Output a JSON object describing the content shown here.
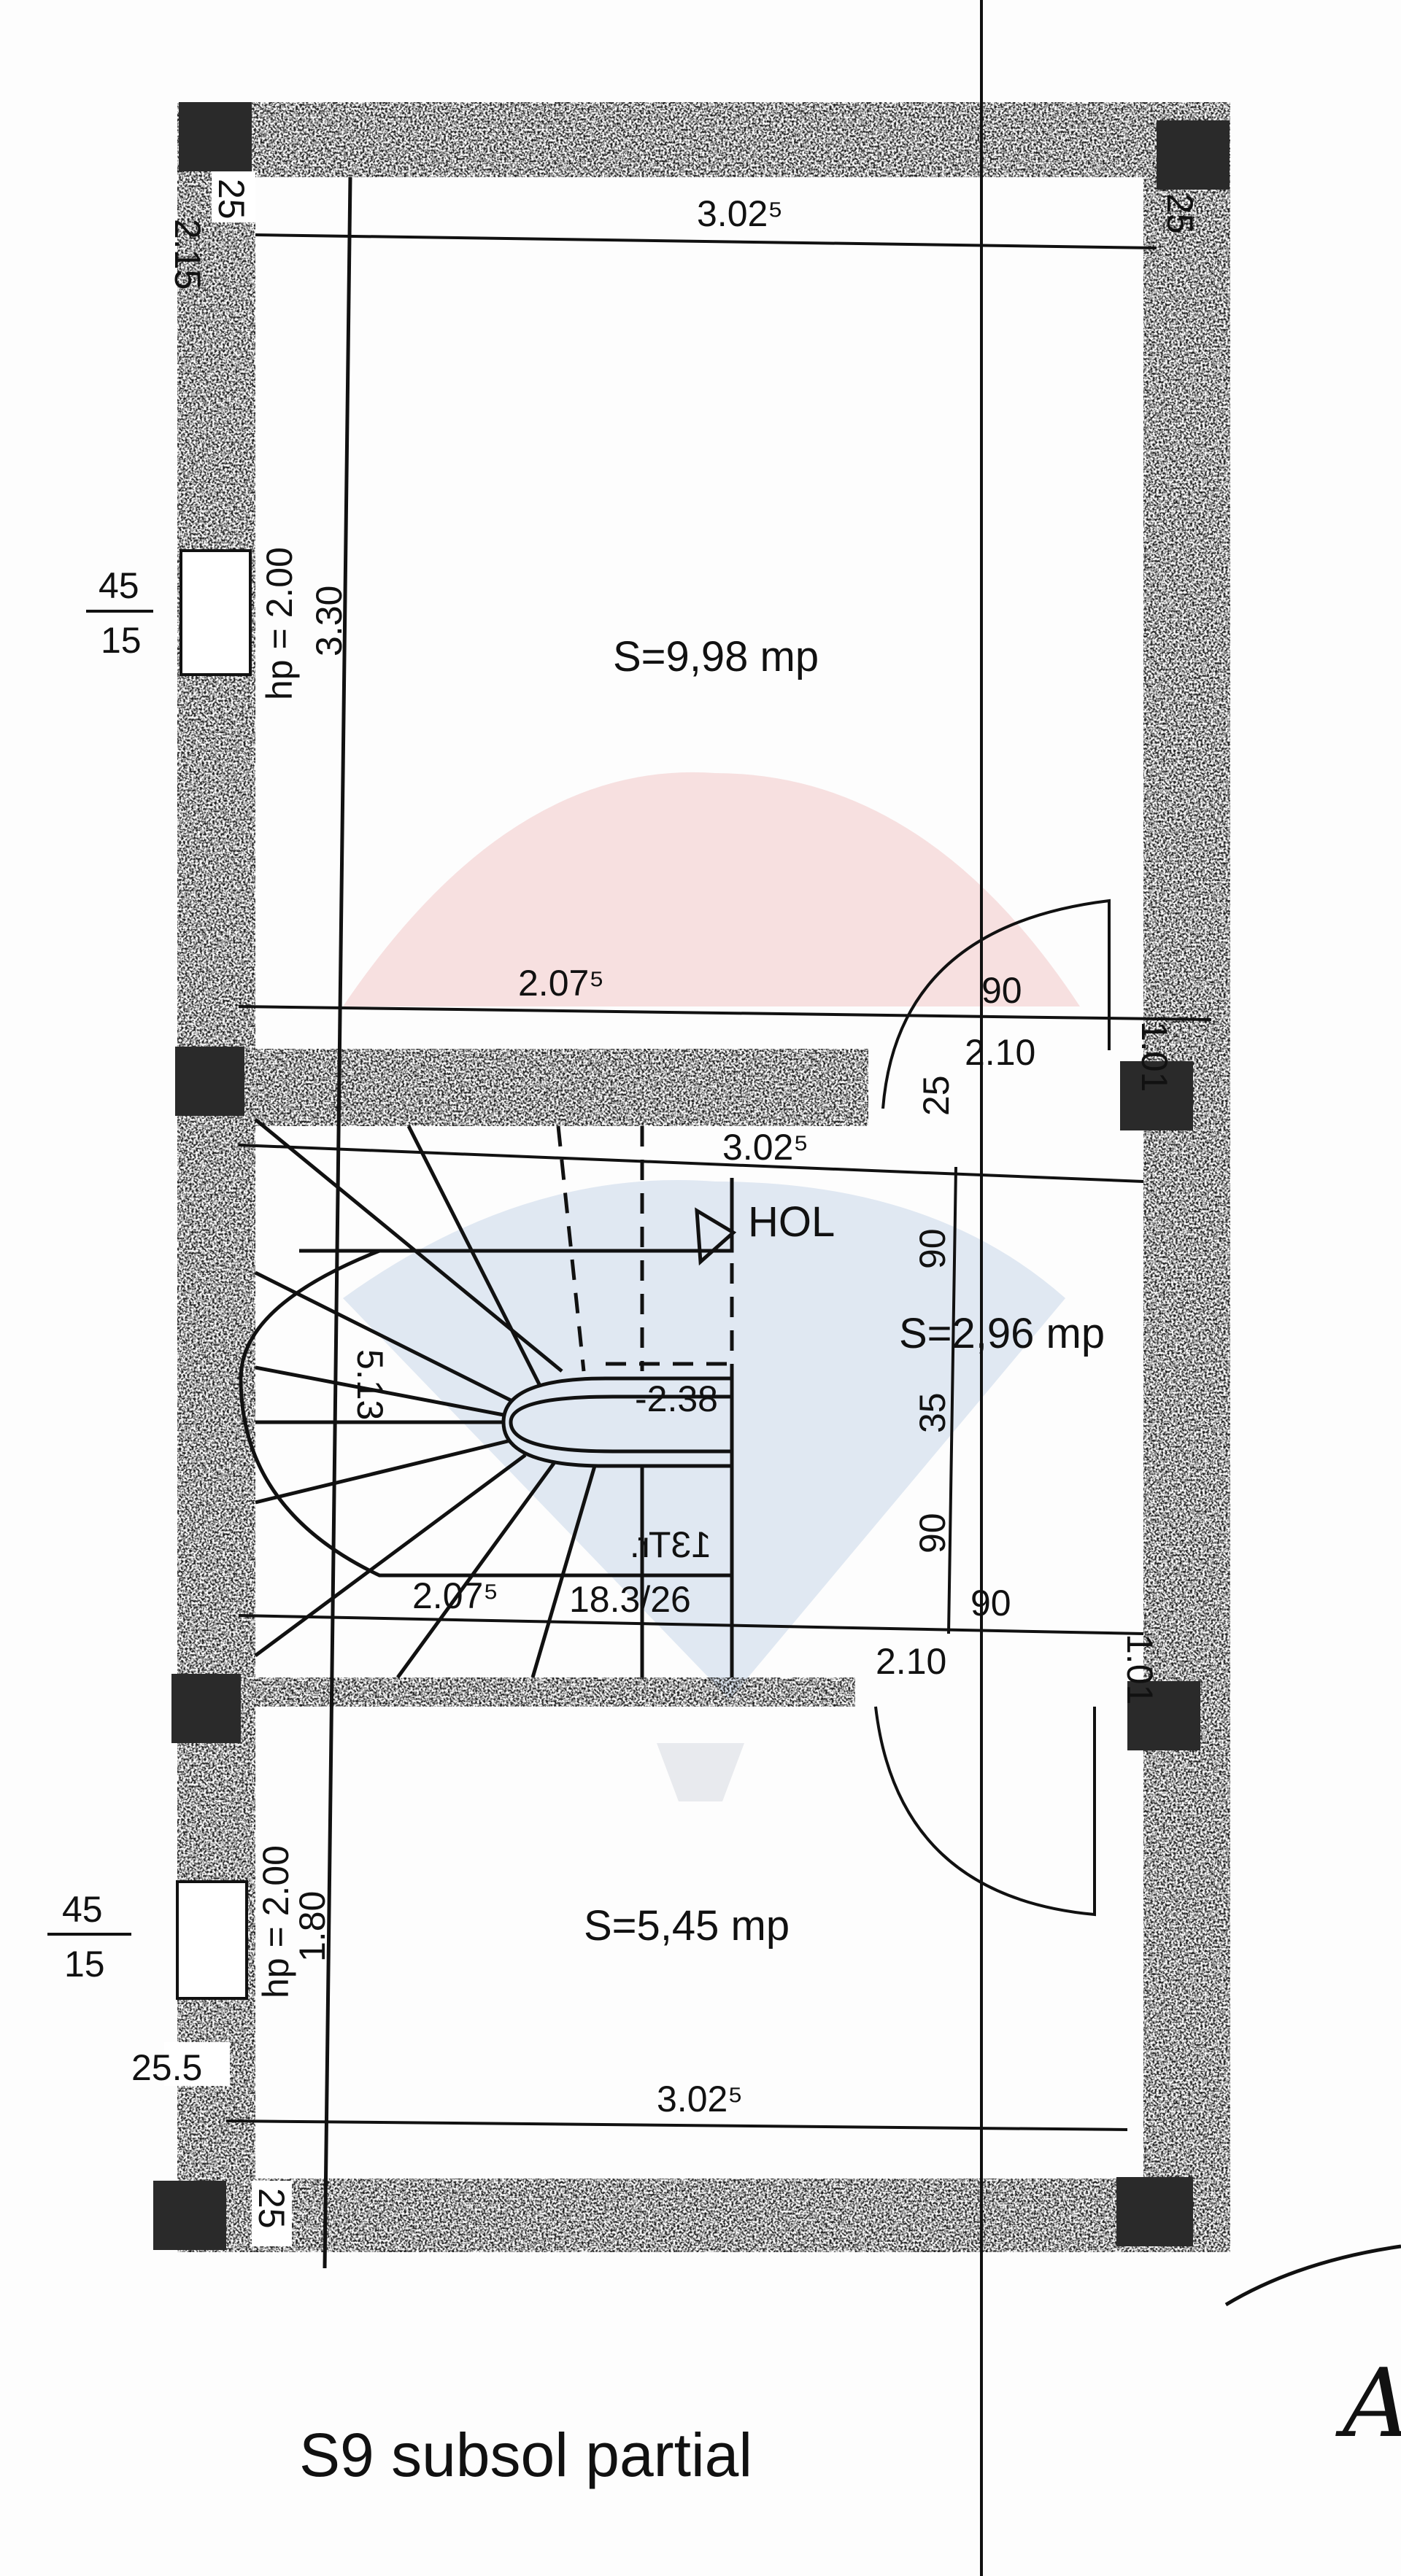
{
  "title": "S9 subsol partial",
  "rooms": [
    {
      "name": "",
      "area": "S=9,98 mp"
    },
    {
      "name": "HOL",
      "area": "S=2,96 mp"
    },
    {
      "name": "",
      "area": "S=5,45 mp"
    }
  ],
  "dimensions": {
    "top_width": "3.02⁵",
    "upper_inner_width": "2.07⁵",
    "door_upper_width": "90",
    "door_upper_span": "2.10",
    "hol_width": "3.02⁵",
    "hol_90_a": "90",
    "hol_35": "35",
    "hol_90_b": "90",
    "stair_level": "-2.38",
    "stair_steps": "13Tr.",
    "stair_ratio": "18.3/26",
    "stair_width": "5.13",
    "lower_inner_width": "2.07⁵",
    "door_lower_width": "90",
    "door_lower_span": "2.10",
    "bottom_width": "3.02⁵",
    "upper_height": "3.30",
    "upper_hp": "hp = 2.00",
    "lower_height": "1.80",
    "lower_hp": "hp = 2.00",
    "window_upper_top": "45",
    "window_upper_bottom": "15",
    "window_lower_top": "45",
    "window_lower_bottom": "15",
    "wall_25_top_left": "25",
    "wall_25_top_right": "25",
    "wall_25_bottom_left": "25",
    "wall_25_hol": "25",
    "wall_215": "2.15",
    "wall_255": "25.5",
    "wall_101_a": "1.01",
    "wall_101_b": "1.01"
  },
  "signature": "Ao",
  "colors": {
    "ink": "#111111",
    "watermark_red": "#f3c9c9",
    "watermark_blue": "#c9d7ea"
  }
}
